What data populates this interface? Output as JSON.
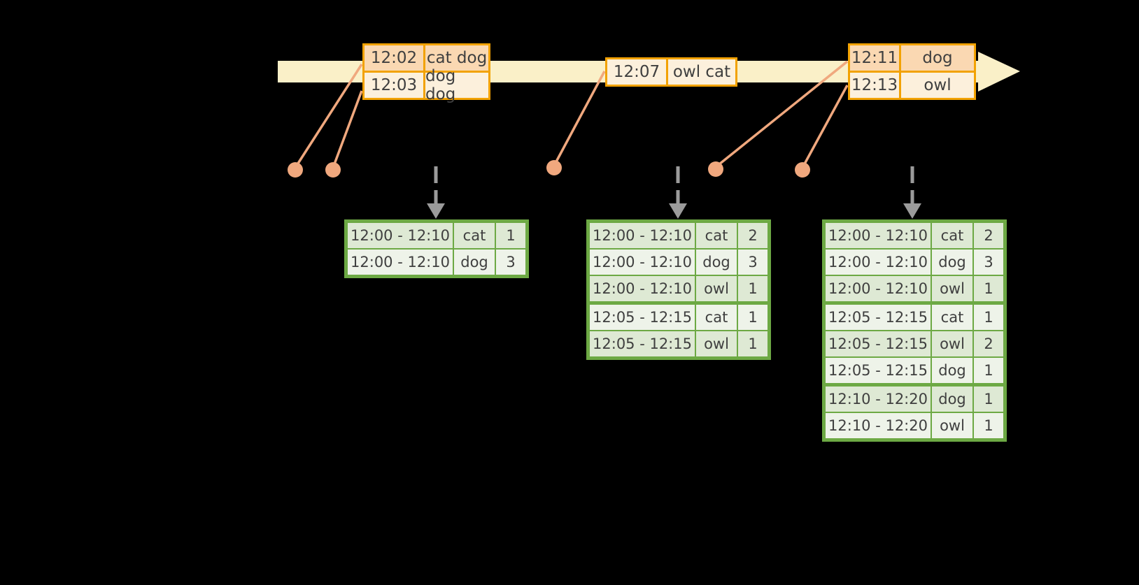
{
  "colors": {
    "background": "#000000",
    "timeline-fill": "#FAF0C8",
    "event-border": "#F2A202",
    "event-row-dark": "#FAD8B2",
    "event-row-light": "#FCF0DC",
    "connector": "#F0A87E",
    "result-border": "#6DA944",
    "result-row-dark": "#DEE9D4",
    "result-row-light": "#EEF3E9",
    "flow-arrow": "#9B9B9B",
    "text": "#3F3F3F"
  },
  "icons": {
    "timeline-arrowhead-icon": "right-pointing filled triangle (CSS/SVG polygon)",
    "event-dot-icon": "filled circle",
    "downstream-arrow-icon": "vertical dashed line with down arrowhead"
  },
  "event_tables": [
    {
      "name": "events-at-12-02",
      "rows": [
        {
          "time": "12:02",
          "words": "cat dog",
          "shade": "dark"
        },
        {
          "time": "12:03",
          "words": "dog dog",
          "shade": "light"
        }
      ]
    },
    {
      "name": "events-at-12-07",
      "rows": [
        {
          "time": "12:07",
          "words": "owl cat",
          "shade": "light"
        }
      ]
    },
    {
      "name": "events-at-12-11",
      "rows": [
        {
          "time": "12:11",
          "words": "dog",
          "shade": "dark"
        },
        {
          "time": "12:13",
          "words": "owl",
          "shade": "light"
        }
      ]
    }
  ],
  "result_tables": [
    {
      "name": "counts-after-first-trigger",
      "groups": [
        2
      ],
      "rows": [
        {
          "window": "12:00 - 12:10",
          "word": "cat",
          "count": "1",
          "shade": "dark"
        },
        {
          "window": "12:00 - 12:10",
          "word": "dog",
          "count": "3",
          "shade": "light"
        }
      ]
    },
    {
      "name": "counts-after-second-trigger",
      "groups": [
        3,
        2
      ],
      "rows": [
        {
          "window": "12:00 - 12:10",
          "word": "cat",
          "count": "2",
          "shade": "dark"
        },
        {
          "window": "12:00 - 12:10",
          "word": "dog",
          "count": "3",
          "shade": "light"
        },
        {
          "window": "12:00 - 12:10",
          "word": "owl",
          "count": "1",
          "shade": "dark"
        },
        {
          "window": "12:05 - 12:15",
          "word": "cat",
          "count": "1",
          "shade": "light"
        },
        {
          "window": "12:05 - 12:15",
          "word": "owl",
          "count": "1",
          "shade": "dark"
        }
      ]
    },
    {
      "name": "counts-after-third-trigger",
      "groups": [
        3,
        3,
        2
      ],
      "rows": [
        {
          "window": "12:00 - 12:10",
          "word": "cat",
          "count": "2",
          "shade": "dark"
        },
        {
          "window": "12:00 - 12:10",
          "word": "dog",
          "count": "3",
          "shade": "light"
        },
        {
          "window": "12:00 - 12:10",
          "word": "owl",
          "count": "1",
          "shade": "dark"
        },
        {
          "window": "12:05 - 12:15",
          "word": "cat",
          "count": "1",
          "shade": "light"
        },
        {
          "window": "12:05 - 12:15",
          "word": "owl",
          "count": "2",
          "shade": "dark"
        },
        {
          "window": "12:05 - 12:15",
          "word": "dog",
          "count": "1",
          "shade": "light"
        },
        {
          "window": "12:10 - 12:20",
          "word": "dog",
          "count": "1",
          "shade": "dark"
        },
        {
          "window": "12:10 - 12:20",
          "word": "owl",
          "count": "1",
          "shade": "light"
        }
      ]
    }
  ]
}
